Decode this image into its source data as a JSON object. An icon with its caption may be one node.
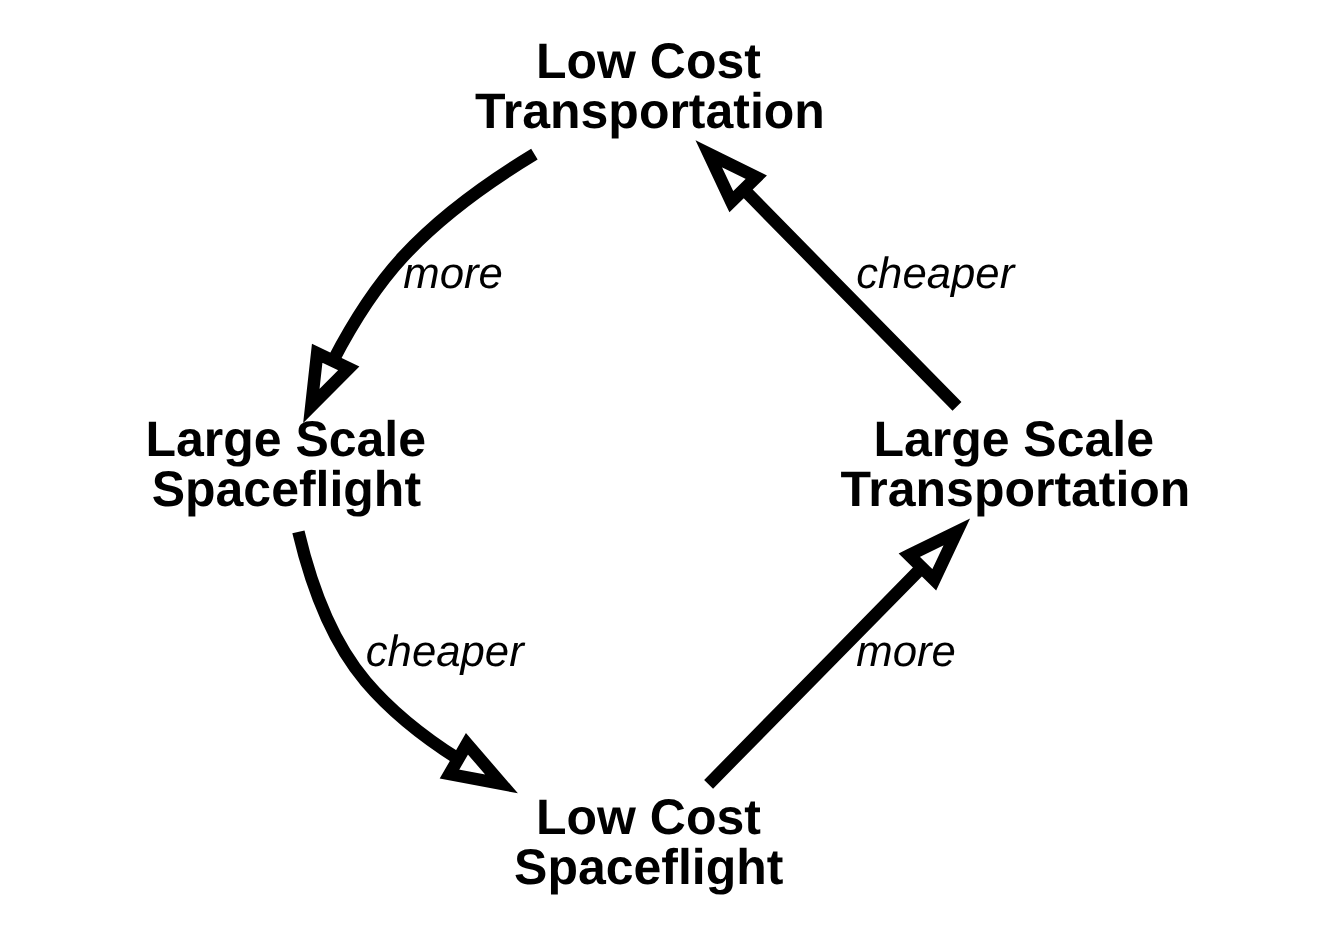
{
  "diagram": {
    "nodes": [
      {
        "text": [
          "Low Cost Transportation"
        ]
      },
      {
        "text": [
          "Large Scale Spaceflight"
        ]
      },
      {
        "text": [
          "Low Cost Spaceflight"
        ]
      },
      {
        "text": [
          "Large Scale Transportation"
        ]
      }
    ],
    "edges": [
      {
        "from": 0,
        "to": 1,
        "arrow": "to",
        "label": "more"
      },
      {
        "from": 1,
        "to": 2,
        "arrow": "to",
        "label": "cheaper"
      },
      {
        "from": 2,
        "to": 3,
        "arrow": "to",
        "label": "more"
      },
      {
        "from": 3,
        "to": 0,
        "arrow": "to",
        "label": "cheaper"
      }
    ]
  }
}
